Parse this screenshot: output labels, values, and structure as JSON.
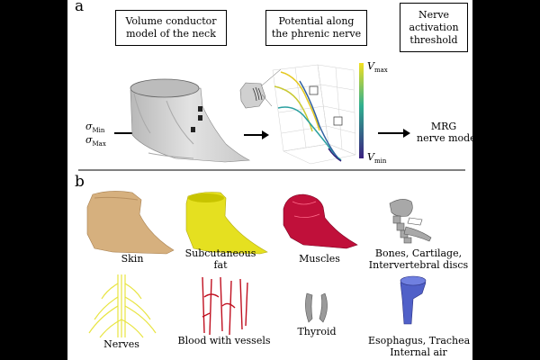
{
  "panels": {
    "a": "a",
    "b": "b"
  },
  "panel_a": {
    "box1": [
      "Volume conductor",
      "model of the neck"
    ],
    "box2": [
      "Potential along",
      "the phrenic nerve"
    ],
    "box3": [
      "Nerve",
      "activation",
      "threshold"
    ],
    "sigma_min": {
      "base": "σ",
      "sub": "Min"
    },
    "sigma_max": {
      "base": "σ",
      "sub": "Max"
    },
    "vmax": {
      "base": "V",
      "sub": "max"
    },
    "vmin": {
      "base": "V",
      "sub": "min"
    },
    "mrg": [
      "MRG",
      "nerve model"
    ]
  },
  "panel_b": {
    "skin": "Skin",
    "subcutaneous": [
      "Subcutaneous",
      "fat"
    ],
    "muscles": "Muscles",
    "bones": [
      "Bones, Cartilage,",
      "Intervertebral discs"
    ],
    "nerves": "Nerves",
    "blood": "Blood with vessels",
    "thyroid": "Thyroid",
    "esophagus": [
      "Esophagus, Trachea",
      "Internal air"
    ]
  },
  "colors": {
    "skin": "#d6b07e",
    "fat": "#e5e020",
    "muscle": "#c0103a",
    "bone": "#a8a8a8",
    "nerve": "#e8e440",
    "vessel": "#c01020",
    "thyroid": "#9a9a9a",
    "esophagus": "#5060c8",
    "model": "#c8c8c8"
  }
}
